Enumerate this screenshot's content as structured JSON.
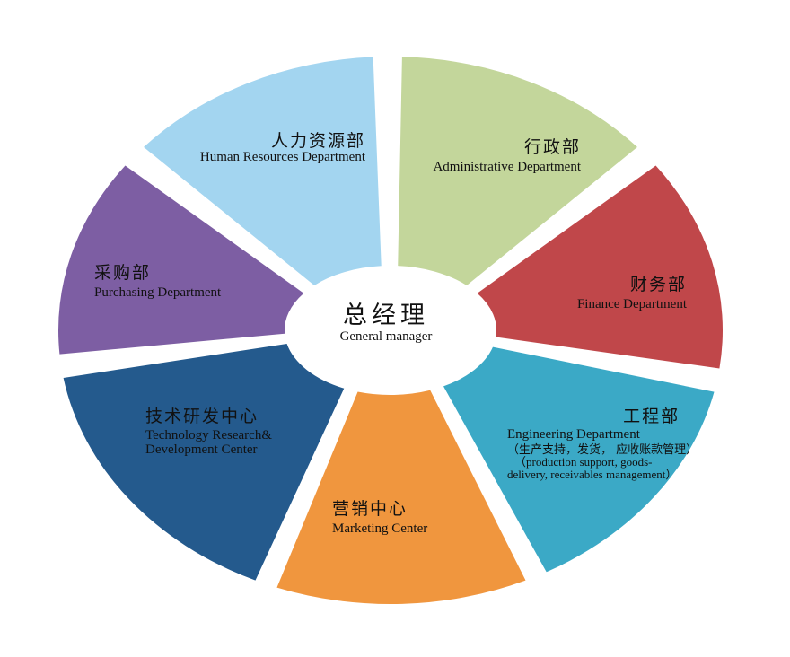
{
  "center": {
    "zh": "总经理",
    "en": "General manager"
  },
  "departments": [
    {
      "zh": "人力资源部",
      "en": "Human Resources Department",
      "color": "#a3d5f0"
    },
    {
      "zh": "行政部",
      "en": "Administrative Department",
      "color": "#c3d69b"
    },
    {
      "zh": "财务部",
      "en": "Finance Department",
      "color": "#c0474a"
    },
    {
      "zh": "工程部",
      "en": "Engineering Department",
      "note_zh": "（生产支持，发货， 应收账款管理）",
      "note_en1": "（production support, goods-",
      "note_en2": "delivery, receivables management）",
      "color": "#3ba9c6"
    },
    {
      "zh": "营销中心",
      "en": "Marketing Center",
      "color": "#f0963e"
    },
    {
      "zh": "技术研发中心",
      "en": "Technology Research&",
      "en2": "Development Center",
      "color": "#245a8d"
    },
    {
      "zh": "采购部",
      "en": "Purchasing Department",
      "color": "#7d5ea3"
    }
  ]
}
